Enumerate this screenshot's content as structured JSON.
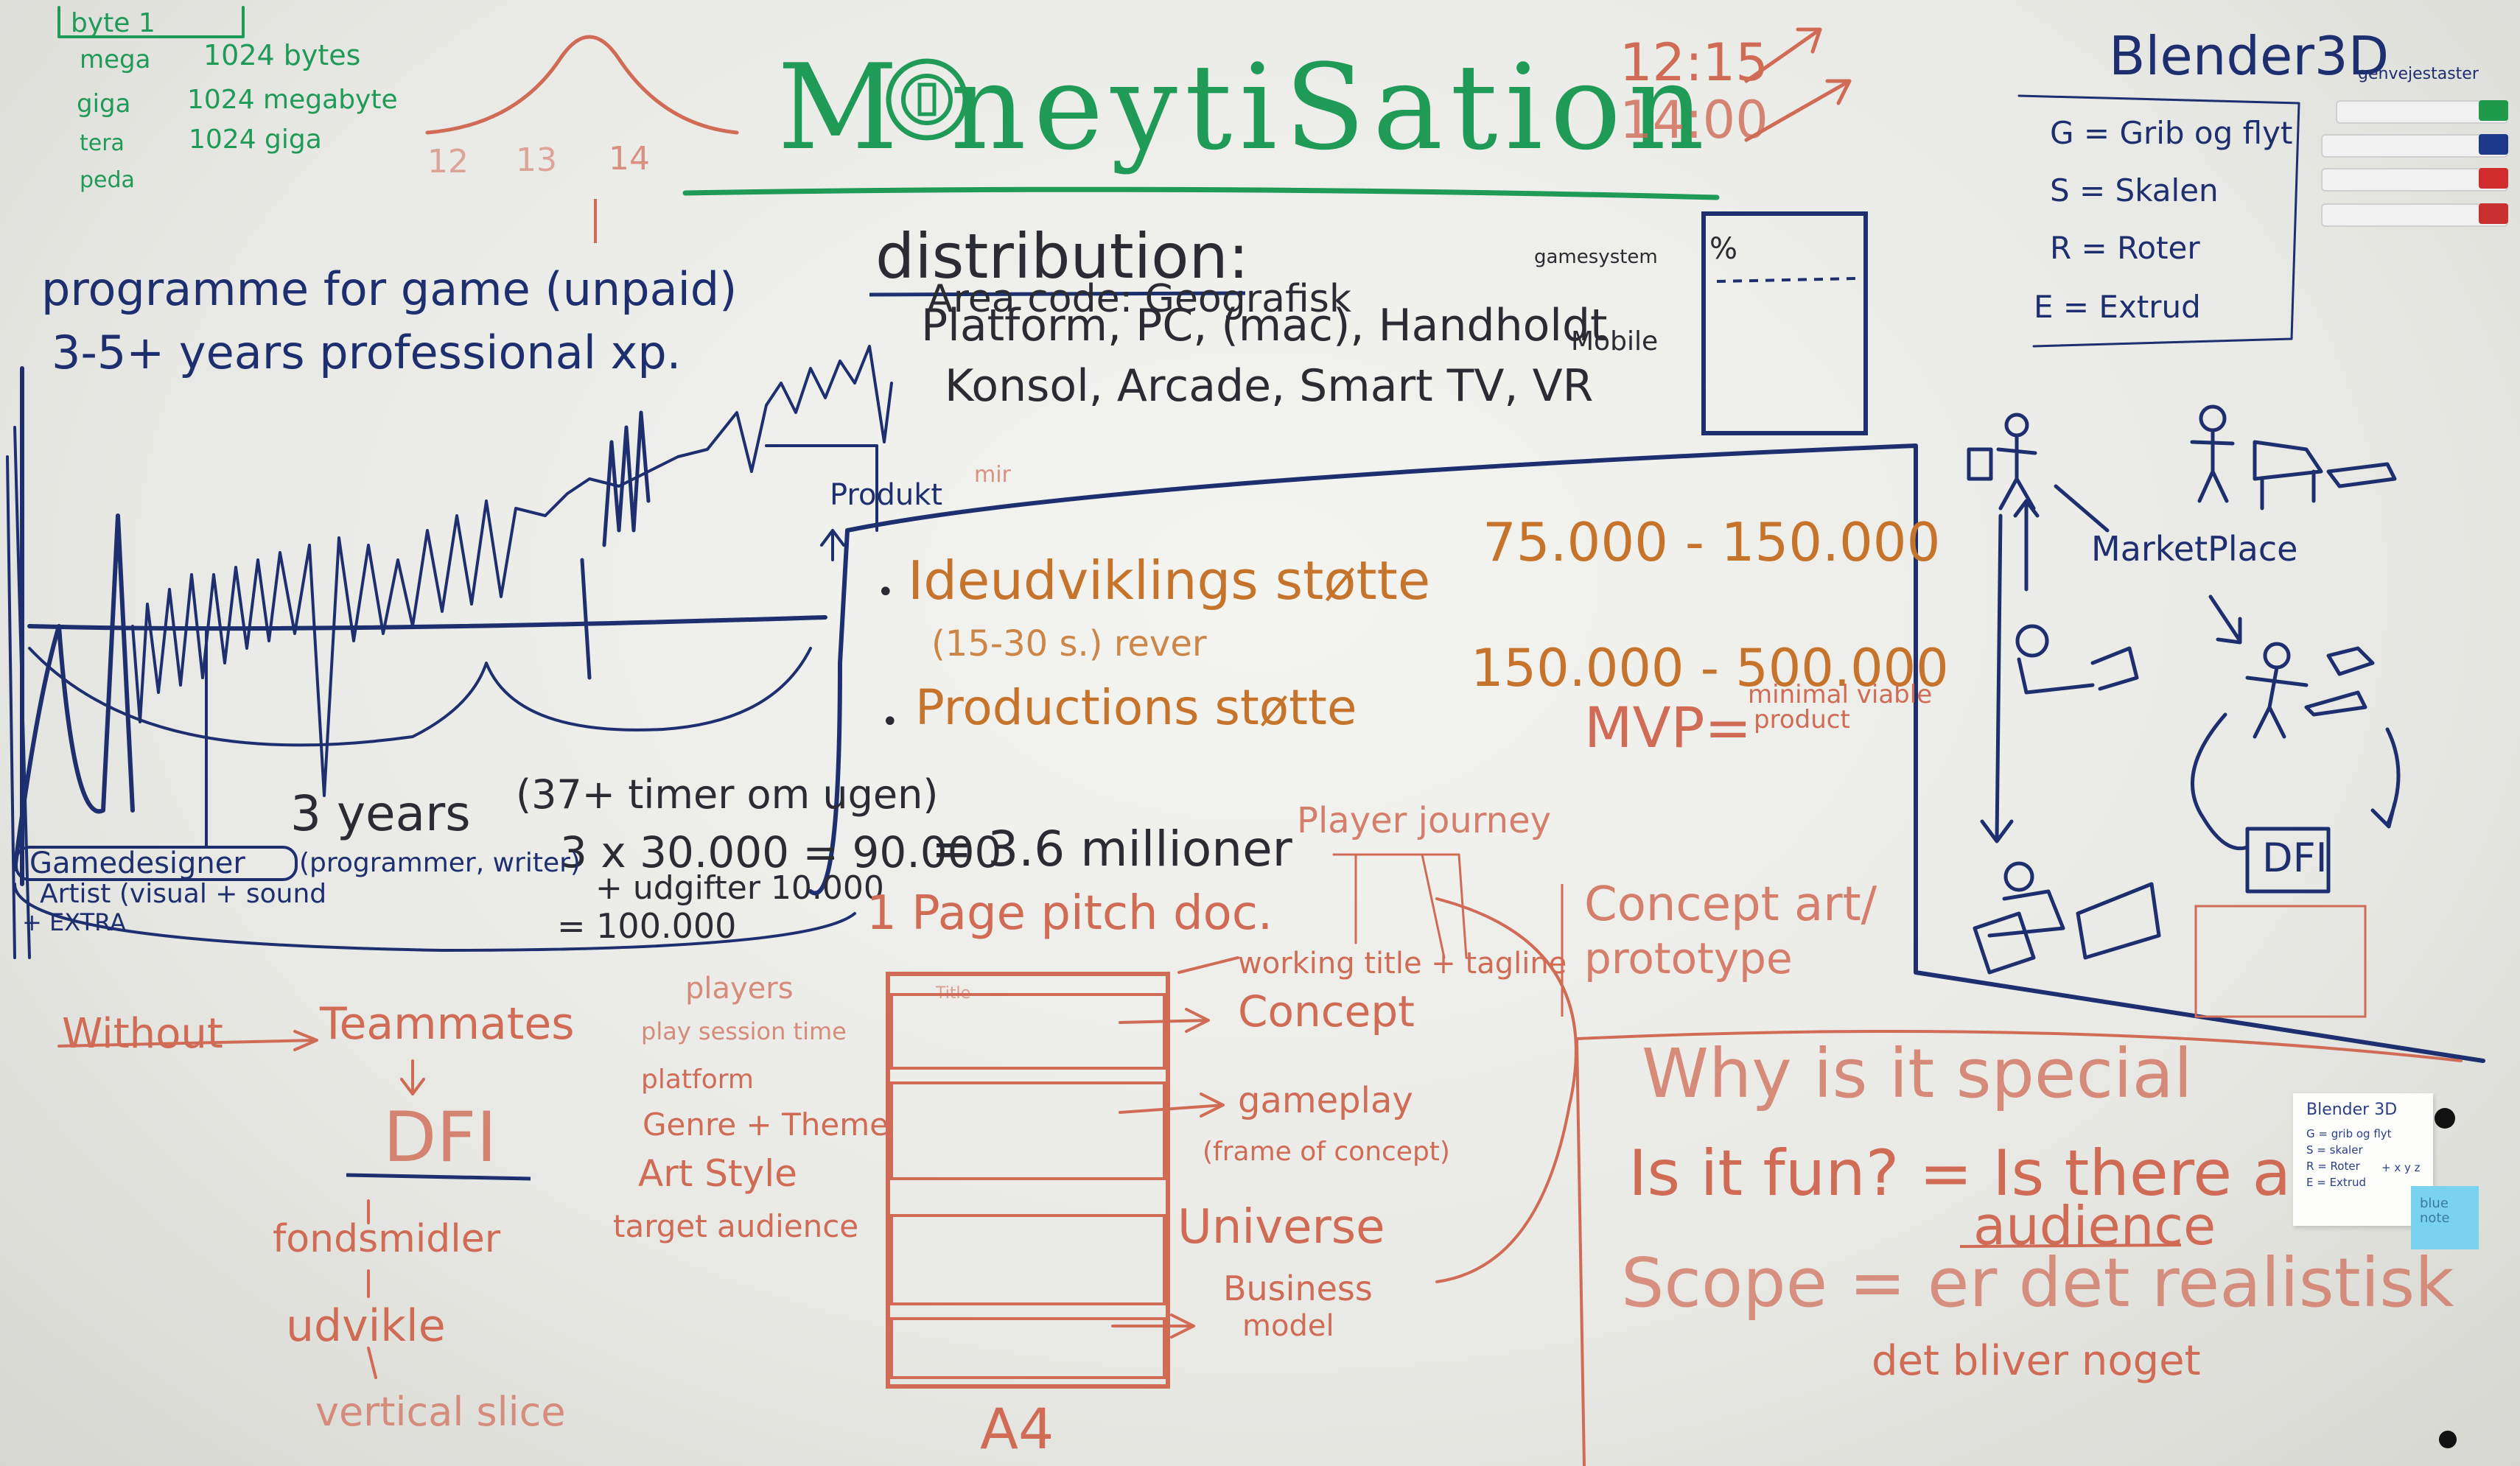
{
  "board": {
    "title": "M neytiSation",
    "times": [
      "12:15",
      "14:00"
    ],
    "curve_ticks": [
      "12",
      "13",
      "14"
    ]
  },
  "bytes": {
    "header": "byte 1",
    "rows": [
      {
        "unit": "mega",
        "value": "1024 bytes"
      },
      {
        "unit": "giga",
        "value": "1024 megabyte"
      },
      {
        "unit": "tera",
        "value": "1024 giga"
      },
      {
        "unit": "peda",
        "value": ""
      }
    ]
  },
  "blender": {
    "title": "Blender3D",
    "note": "genvejestaster",
    "keys": [
      "G = Grib og flyt",
      "S = Skalen",
      "R = Roter",
      "E = Extrud"
    ]
  },
  "programmer": {
    "line1": "programme for game (unpaid)",
    "line2": "3-5+ years professional xp."
  },
  "distribution": {
    "title": "distribution:",
    "line1": "Area code: Geografisk",
    "line2": "Platform, PC, (mac), Handholdt",
    "line2b": "Mobile",
    "line3": "Konsol, Arcade, Smart TV, VR"
  },
  "chart_box": {
    "label": "gamesystem",
    "pct": "%"
  },
  "produkt": {
    "label": "Produkt",
    "note": "mir"
  },
  "funding": {
    "idea": "Ideudviklings støtte",
    "idea_sub": "(15-30 s.) rever",
    "idea_amount": "75.000 - 150.000",
    "production": "Productions støtte",
    "production_amount": "150.000 - 500.000",
    "mvp": "MVP=",
    "mvp_note1": "minimal viable",
    "mvp_note2": "product"
  },
  "costs": {
    "years": "3 years",
    "paren": "(37+ timer om ugen)",
    "calc": "3 x 30.000 = 90.000",
    "udgifter": "+ udgifter 10.000",
    "total": "= 100.000",
    "million": "= 3.6 millioner",
    "programmer_writer": "(programmer, writer)",
    "team1": "Gamedesigner",
    "team2": "Artist (visual + sound",
    "team3": "+ EXTRA"
  },
  "pitch": {
    "page": "1 Page pitch doc.",
    "journey": "Player journey",
    "concept_art": "Concept art/",
    "prototype": "prototype",
    "format": "A4",
    "sheet_label": "Title",
    "outputs": [
      "working title + tagline",
      "Concept",
      "gameplay",
      "(frame of concept)",
      "Universe",
      "Business",
      "model"
    ],
    "left_list": [
      "players",
      "play session time",
      "platform",
      "Genre + Theme",
      "Art Style",
      "target audience"
    ]
  },
  "process": {
    "start": "Without",
    "teammates": "Teammates",
    "dfi": "DFI",
    "fonds": "fondsmidler",
    "udvikle": "udvikle",
    "vertical": "vertical slice"
  },
  "special": {
    "question": "Why is it special",
    "fun": "Is it fun? = Is there an",
    "audience": "audience",
    "scope": "Scope = er det realistisk",
    "scope2": "det bliver noget"
  },
  "marketplace": {
    "label": "MarketPlace",
    "dfi_box": "DFI"
  },
  "sticky": {
    "title": "Blender 3D",
    "lines": [
      "G = grib og flyt",
      "S = skaler",
      "R = Roter",
      "E = Extrud"
    ],
    "xyz": "+ x y z",
    "blue_note": "blue\nnote"
  },
  "colors": {
    "green": "#1f9a57",
    "blue": "#1d2f6f",
    "red": "#d06b56",
    "orange": "#c6742c",
    "black": "#2b2b33"
  }
}
